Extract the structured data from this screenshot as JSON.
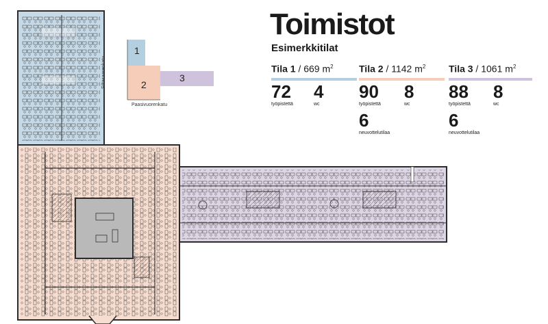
{
  "title": "Toimistot",
  "subtitle": "Esimerkkitilat",
  "colors": {
    "tila1": "#c6d9e6",
    "tila2": "#f7ddd0",
    "tila3": "#ddd4e4",
    "tila1_bar": "#b4cfe0",
    "tila2_bar": "#f5cdb8",
    "tila3_bar": "#cfc2dc",
    "line": "#2b2b2b"
  },
  "mini_map": {
    "street_vertical": "Siltasaarenkatu",
    "street_horizontal": "Paasivuorenkatu",
    "labels": [
      "1",
      "2",
      "3"
    ]
  },
  "spaces": [
    {
      "name": "Tila 1",
      "area_value": "669",
      "area_unit": "m",
      "area_sup": "2",
      "stats": [
        {
          "value": "72",
          "label": "työpistettä"
        },
        {
          "value": "4",
          "label": "wc"
        }
      ]
    },
    {
      "name": "Tila 2",
      "area_value": "1142",
      "area_unit": "m",
      "area_sup": "2",
      "stats": [
        {
          "value": "90",
          "label": "työpistettä"
        },
        {
          "value": "8",
          "label": "wc"
        },
        {
          "value": "6",
          "label": "neuvottelutilaa"
        }
      ]
    },
    {
      "name": "Tila 3",
      "area_value": "1061",
      "area_unit": "m",
      "area_sup": "2",
      "stats": [
        {
          "value": "88",
          "label": "työpistettä"
        },
        {
          "value": "8",
          "label": "wc"
        },
        {
          "value": "6",
          "label": "neuvottelutilaa"
        }
      ]
    }
  ]
}
